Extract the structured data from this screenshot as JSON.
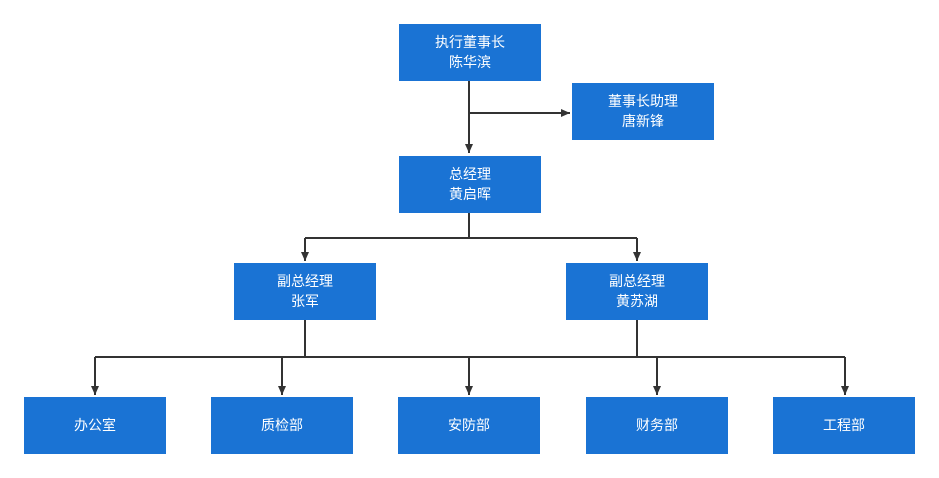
{
  "org_chart": {
    "chairman": {
      "title": "执行董事长",
      "name": "陈华滨"
    },
    "assistant": {
      "title": "董事长助理",
      "name": "唐新锋"
    },
    "general_manager": {
      "title": "总经理",
      "name": "黄启晖"
    },
    "deputies": [
      {
        "title": "副总经理",
        "name": "张军"
      },
      {
        "title": "副总经理",
        "name": "黄苏湖"
      }
    ],
    "departments": [
      "办公室",
      "质检部",
      "安防部",
      "财务部",
      "工程部"
    ]
  },
  "colors": {
    "box_fill": "#1a73d4",
    "box_text": "#ffffff",
    "line": "#333333"
  }
}
